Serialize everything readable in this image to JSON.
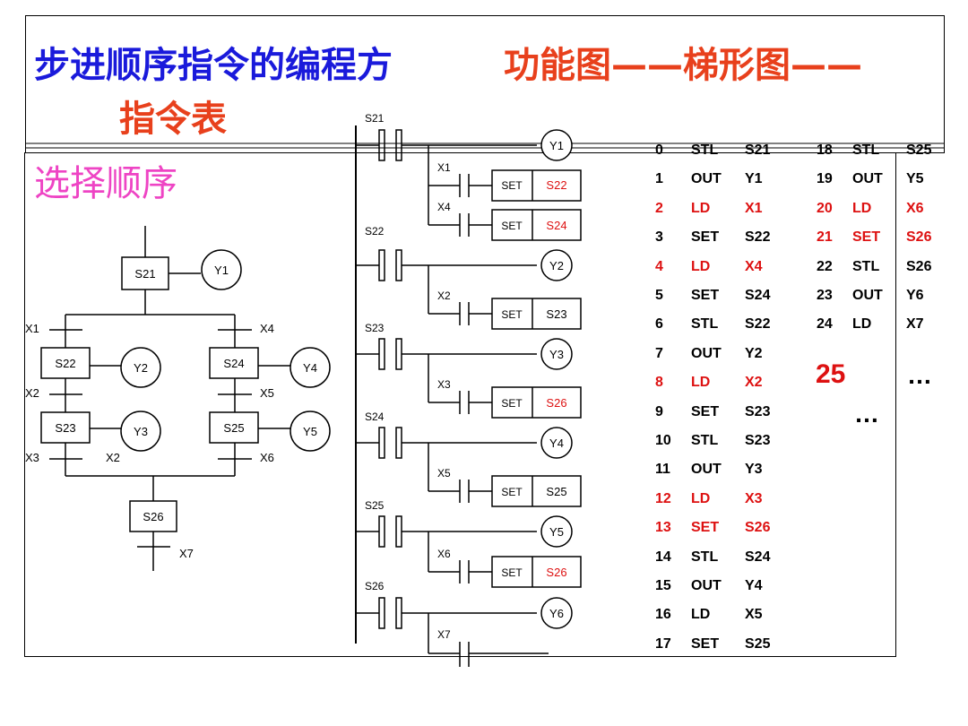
{
  "title": {
    "part1": "步进顺序指令的编程方",
    "part2": "功能图——梯形图——",
    "part3": "指令表",
    "subtitle": "选择顺序",
    "colors": {
      "blue": "#1a1adb",
      "orange": "#e8401c",
      "pink": "#ee44c4"
    }
  },
  "sfc": {
    "steps": [
      "S21",
      "S22",
      "S23",
      "S24",
      "S25",
      "S26"
    ],
    "outputs": [
      "Y1",
      "Y2",
      "Y3",
      "Y4",
      "Y5"
    ],
    "conditions": [
      "X1",
      "X2",
      "X3",
      "X4",
      "X5",
      "X6",
      "X2",
      "X7"
    ]
  },
  "ladder": {
    "stl_labels": [
      "S21",
      "S22",
      "S23",
      "S24",
      "S25",
      "S26"
    ],
    "coils": [
      "Y1",
      "Y2",
      "Y3",
      "Y4",
      "Y5",
      "Y6"
    ],
    "contacts": [
      "X1",
      "X4",
      "X2",
      "X3",
      "X5",
      "X6",
      "X7"
    ],
    "set_label": "SET",
    "set_targets": [
      "S22",
      "S24",
      "S23",
      "S26",
      "S25",
      "S26"
    ],
    "red": "#dd1111"
  },
  "instructions": {
    "col1": [
      {
        "n": "0",
        "op": "STL",
        "arg": "S21",
        "red": false
      },
      {
        "n": "1",
        "op": "OUT",
        "arg": "Y1",
        "red": false
      },
      {
        "n": "2",
        "op": "LD",
        "arg": "X1",
        "red": true
      },
      {
        "n": "3",
        "op": "SET",
        "arg": "S22",
        "red": false
      },
      {
        "n": "4",
        "op": "LD",
        "arg": "X4",
        "red": true
      },
      {
        "n": "5",
        "op": "SET",
        "arg": "S24",
        "red": false
      },
      {
        "n": "6",
        "op": "STL",
        "arg": "S22",
        "red": false
      },
      {
        "n": "7",
        "op": "OUT",
        "arg": "Y2",
        "red": false
      },
      {
        "n": "8",
        "op": "LD",
        "arg": "X2",
        "red": true
      },
      {
        "n": "9",
        "op": "SET",
        "arg": "S23",
        "red": false
      },
      {
        "n": "10",
        "op": "STL",
        "arg": "S23",
        "red": false
      },
      {
        "n": "11",
        "op": "OUT",
        "arg": "Y3",
        "red": false
      },
      {
        "n": "12",
        "op": "LD",
        "arg": "X3",
        "red": true
      },
      {
        "n": "13",
        "op": "SET",
        "arg": "S26",
        "red": true
      },
      {
        "n": "14",
        "op": "STL",
        "arg": "S24",
        "red": false
      },
      {
        "n": "15",
        "op": "OUT",
        "arg": "Y4",
        "red": false
      },
      {
        "n": "16",
        "op": "LD",
        "arg": "X5",
        "red": false
      },
      {
        "n": "17",
        "op": "SET",
        "arg": "S25",
        "red": false
      }
    ],
    "col2": [
      {
        "n": "18",
        "op": "STL",
        "arg": "S25",
        "red": false
      },
      {
        "n": "19",
        "op": "OUT",
        "arg": "Y5",
        "red": false
      },
      {
        "n": "20",
        "op": "LD",
        "arg": "X6",
        "red": true
      },
      {
        "n": "21",
        "op": "SET",
        "arg": "S26",
        "red": true
      },
      {
        "n": "22",
        "op": "STL",
        "arg": "S26",
        "red": false
      },
      {
        "n": "23",
        "op": "OUT",
        "arg": "Y6",
        "red": false
      },
      {
        "n": "24",
        "op": "LD",
        "arg": "X7",
        "red": false
      }
    ],
    "big_number": "25",
    "ellipsis": "…"
  }
}
